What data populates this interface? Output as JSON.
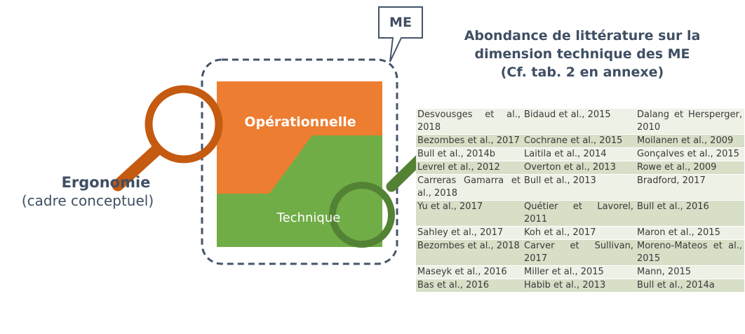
{
  "ergonomie": {
    "title": "Ergonomie",
    "subtitle": "(cadre conceptuel)"
  },
  "callout": {
    "label": "ME"
  },
  "heading": {
    "line1": "Abondance de littérature sur la",
    "line2": "dimension technique des ME",
    "line3": "(Cf. tab. 2 en annexe)"
  },
  "blocks": {
    "operationnelle": "Opérationnelle",
    "technique": "Technique"
  },
  "colors": {
    "orange": "#ed7d31",
    "green": "#70ad47",
    "lens_orange": "#c55a11",
    "lens_green": "#548235",
    "dashed": "#44546a",
    "table_light": "#eef1e6",
    "table_dark": "#d7dfc7"
  },
  "icons": [
    "magnifier-orange-icon",
    "magnifier-green-icon"
  ],
  "table": {
    "rows": [
      [
        "Desvousges et al., 2018",
        "Bidaud et al., 2015",
        "Dalang et Hersperger, 2010"
      ],
      [
        "Bezombes et al., 2017",
        "Cochrane et al., 2015",
        "Moilanen et al., 2009"
      ],
      [
        "Bull et al., 2014b",
        "Laitila et al., 2014",
        "Gonçalves et al., 2015"
      ],
      [
        "Levrel et al., 2012",
        "Overton et al., 2013",
        "Rowe et al., 2009"
      ],
      [
        "Carreras Gamarra et al., 2018",
        "Bull et al., 2013",
        "Bradford, 2017"
      ],
      [
        "Yu et al., 2017",
        "Quétier et Lavorel, 2011",
        "Bull et al., 2016"
      ],
      [
        "Sahley et al., 2017",
        "Koh et al., 2017",
        "Maron et al., 2015"
      ],
      [
        "Bezombes et al., 2018",
        "Carver et Sullivan, 2017",
        "Moreno-Mateos et al., 2015"
      ],
      [
        "Maseyk et al., 2016",
        "Miller et al., 2015",
        "Mann, 2015"
      ],
      [
        "Bas et al., 2016",
        "Habib et al., 2013",
        "Bull et al., 2014a"
      ]
    ]
  }
}
